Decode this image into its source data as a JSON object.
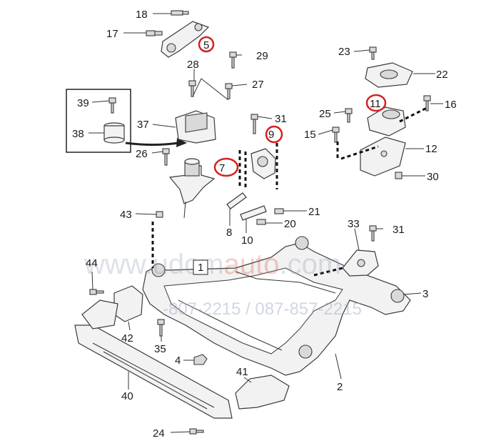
{
  "watermark": {
    "line1_a": "www.udom",
    "line1_b": "auto",
    "line1_c": ".com",
    "line2": "-807-2215 / 087-857-2215"
  },
  "callouts": {
    "n1": "1",
    "n2": "2",
    "n3": "3",
    "n4": "4",
    "n5": "5",
    "n7": "7",
    "n8": "8",
    "n9": "9",
    "n10": "10",
    "n11": "11",
    "n12": "12",
    "n15": "15",
    "n16": "16",
    "n17": "17",
    "n18": "18",
    "n20": "20",
    "n21": "21",
    "n22": "22",
    "n23": "23",
    "n24": "24",
    "n25": "25",
    "n26": "26",
    "n27": "27",
    "n28": "28",
    "n29": "29",
    "n30": "30",
    "n31a": "31",
    "n31b": "31",
    "n33": "33",
    "n35": "35",
    "n37": "37",
    "n38": "38",
    "n39": "39",
    "n40": "40",
    "n41": "41",
    "n42": "42",
    "n43": "43",
    "n44": "44"
  },
  "highlight_color": "#d62020",
  "watermark_colors": {
    "text": "#8a93b8",
    "accent": "#d94a3a"
  }
}
